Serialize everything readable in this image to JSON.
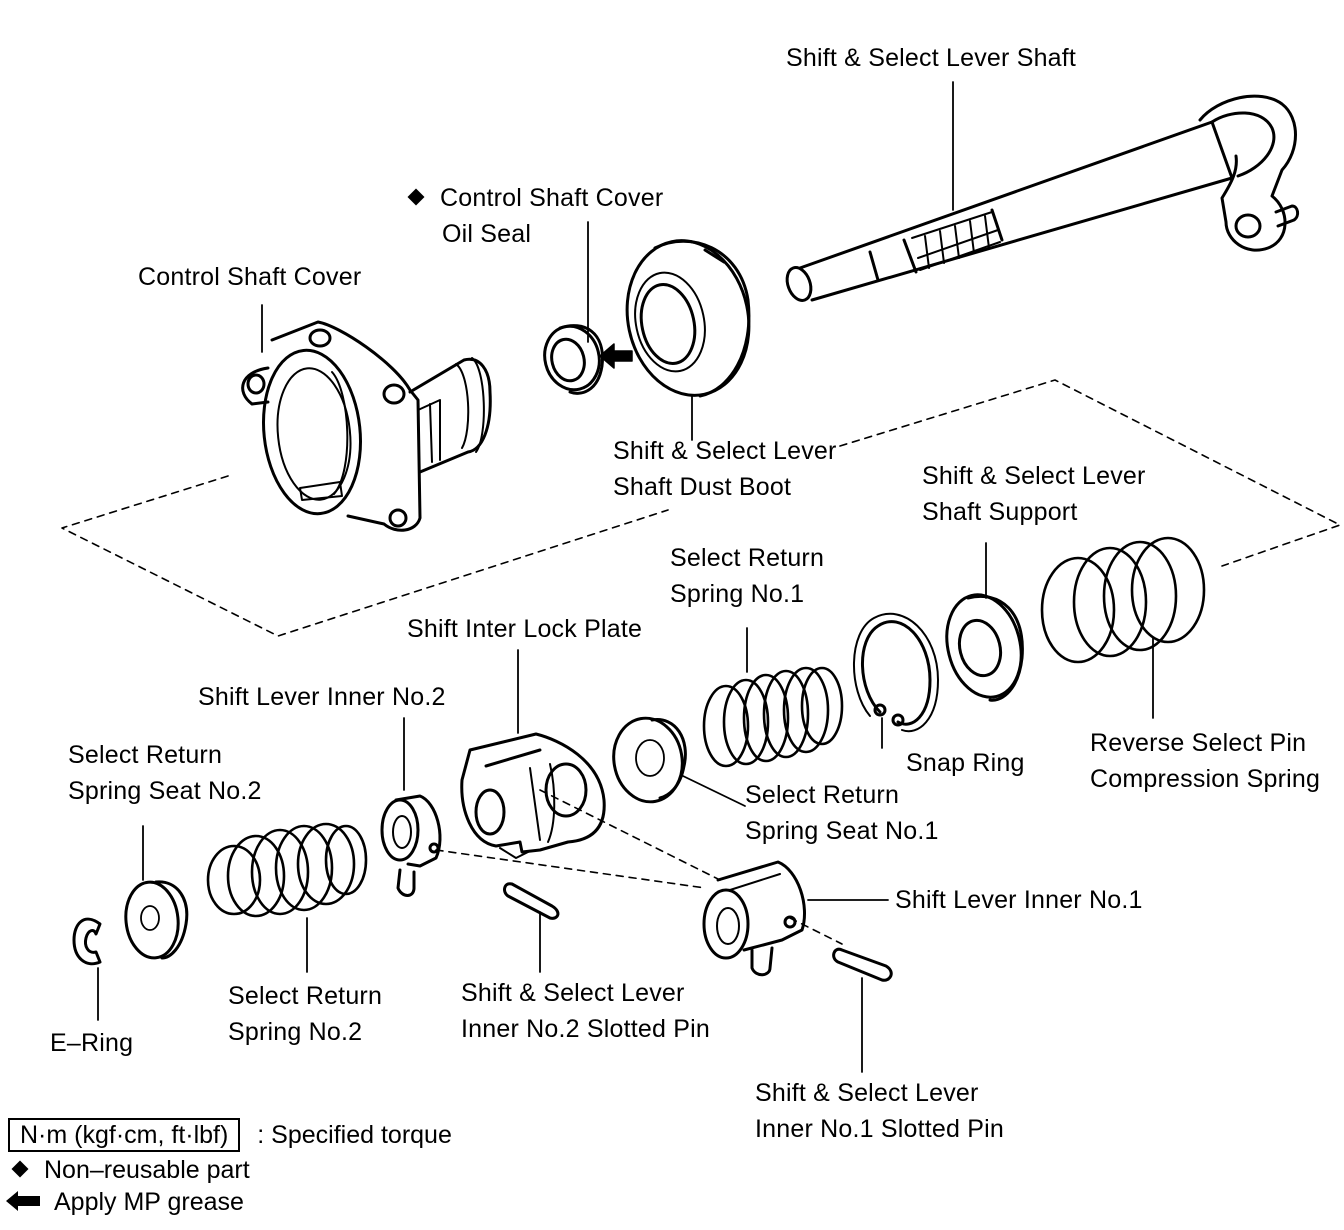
{
  "labels": {
    "shift_select_lever_shaft": "Shift & Select Lever Shaft",
    "control_shaft_cover_oil_seal_1": "Control Shaft Cover",
    "control_shaft_cover_oil_seal_2": "Oil Seal",
    "control_shaft_cover": "Control Shaft Cover",
    "dust_boot_1": "Shift & Select Lever",
    "dust_boot_2": "Shaft Dust Boot",
    "shaft_support_1": "Shift & Select Lever",
    "shaft_support_2": "Shaft Support",
    "select_return_spring_1_a": "Select Return",
    "select_return_spring_1_b": "Spring No.1",
    "shift_inter_lock_plate": "Shift Inter Lock Plate",
    "shift_lever_inner_2": "Shift Lever Inner No.2",
    "spring_seat_2_a": "Select Return",
    "spring_seat_2_b": "Spring Seat No.2",
    "snap_ring": "Snap Ring",
    "reverse_pin_spring_a": "Reverse Select Pin",
    "reverse_pin_spring_b": "Compression Spring",
    "spring_seat_1_a": "Select Return",
    "spring_seat_1_b": "Spring Seat No.1",
    "shift_lever_inner_1": "Shift Lever Inner No.1",
    "select_return_spring_2_a": "Select Return",
    "select_return_spring_2_b": "Spring No.2",
    "inner2_pin_a": "Shift & Select Lever",
    "inner2_pin_b": "Inner No.2 Slotted Pin",
    "e_ring": "E–Ring",
    "inner1_pin_a": "Shift & Select Lever",
    "inner1_pin_b": "Inner No.1 Slotted Pin"
  },
  "legend": {
    "torque_box": "N·m (kgf·cm, ft·lbf)",
    "torque_text": ": Specified torque",
    "non_reusable": "Non–reusable part",
    "mp_grease": "Apply MP grease"
  }
}
